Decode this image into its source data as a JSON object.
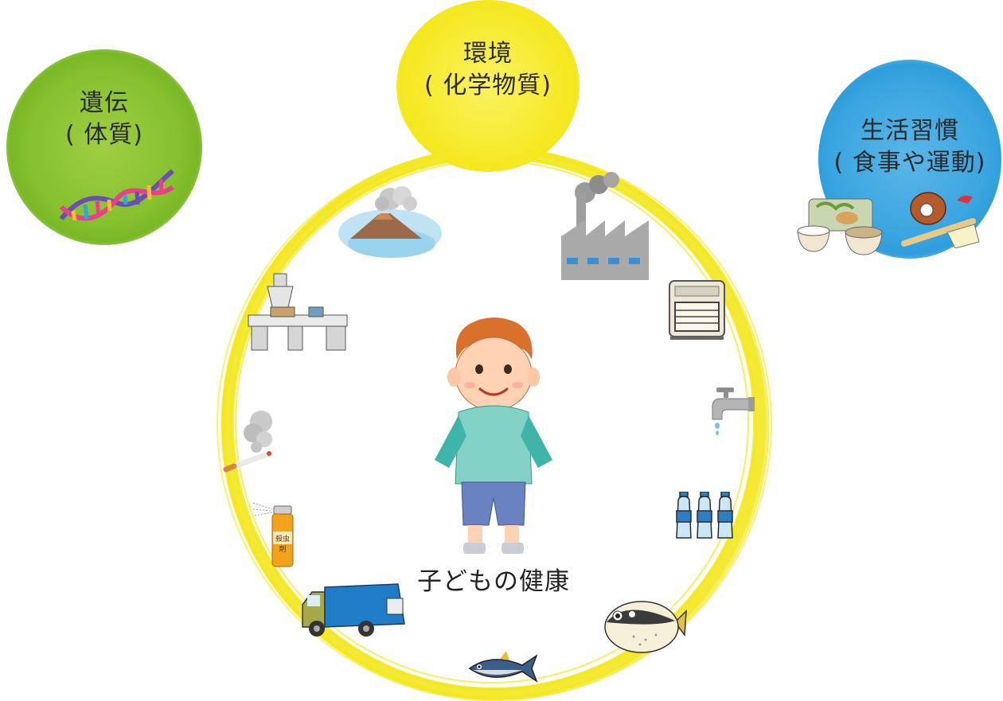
{
  "factors": {
    "genetics": {
      "line1": "遺伝",
      "line2": "( 体質)"
    },
    "environment": {
      "line1": "環境",
      "line2": "( 化学物質)"
    },
    "lifestyle": {
      "line1": "生活習慣",
      "line2": "( 食事や運動)"
    }
  },
  "center": {
    "label": "子どもの健康"
  },
  "spray_can": {
    "label": "殺虫剤"
  },
  "icons": [
    "volcano-icon",
    "factory-icon",
    "heater-icon",
    "faucet-icon",
    "water-bottles-icon",
    "pufferfish-icon",
    "tuna-icon",
    "garbage-truck-icon",
    "insecticide-spray-icon",
    "cigarette-smoke-icon",
    "food-processing-machine-icon",
    "dna-icon",
    "meal-icon",
    "baseball-glove-icon",
    "boy-icon"
  ],
  "colors": {
    "ring": "#f3e71d",
    "genetics": "#86c12e",
    "environment": "#f6ea2b",
    "lifestyle": "#3ca6e0"
  }
}
